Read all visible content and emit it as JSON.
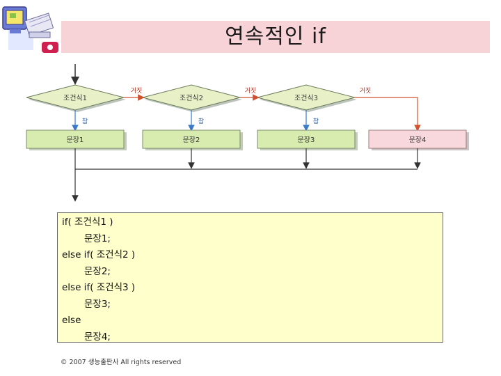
{
  "title": "연속적인 if",
  "flow": {
    "conditions": [
      "조건식1",
      "조건식2",
      "조건식3"
    ],
    "statements": [
      "문장1",
      "문장2",
      "문장3",
      "문장4"
    ],
    "true_label": "참",
    "false_label": "거짓"
  },
  "code_lines": [
    {
      "text": "if( 조건식1 )",
      "indent": false
    },
    {
      "text": "문장1;",
      "indent": true
    },
    {
      "text": "else if( 조건식2 )",
      "indent": false
    },
    {
      "text": "문장2;",
      "indent": true
    },
    {
      "text": "else if( 조건식3 )",
      "indent": false
    },
    {
      "text": "문장3;",
      "indent": true
    },
    {
      "text": "else",
      "indent": false
    },
    {
      "text": "문장4;",
      "indent": true
    }
  ],
  "copyright": "© 2007 생능출판사 All rights reserved",
  "colors": {
    "title_bg": "#f7d3d8",
    "diamond_fill": "#e8f0c8",
    "box_fill": "#d8ecb0",
    "last_box_fill": "#f8d8dc",
    "true_arrow": "#3a78c8",
    "false_arrow": "#d05030",
    "code_bg": "#ffffcc"
  }
}
